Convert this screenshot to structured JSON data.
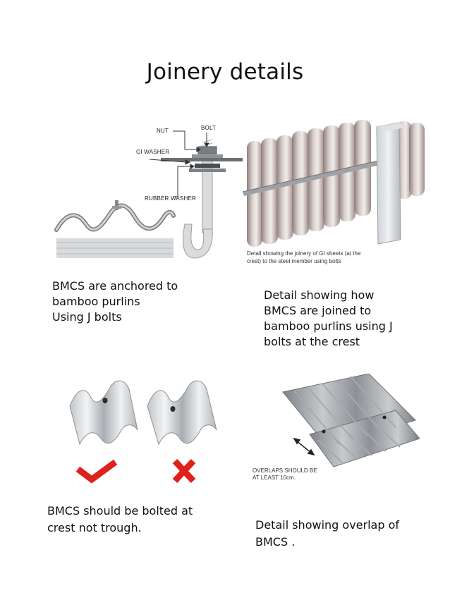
{
  "title": "Joinery details",
  "figure1": {
    "labels": {
      "nut": "NUT",
      "bolt": "BOLT",
      "gi_washer": "GI WASHER",
      "rubber_washer": "RUBBER WASHER"
    },
    "caption": [
      "BMCS are anchored to",
      "bamboo purlins",
      "Using J bolts"
    ]
  },
  "figure2": {
    "inset_caption": [
      "Detail showing the joinery of GI sheets (at the",
      "crest) to the steel member using bolts"
    ],
    "caption": [
      "Detail showing how",
      "BMCS are joined to",
      "bamboo purlins using J",
      "bolts at the crest"
    ]
  },
  "figure3": {
    "caption": [
      "BMCS should be bolted at",
      "crest not trough."
    ],
    "correct_icon": "check-mark-icon",
    "wrong_icon": "x-mark-icon",
    "colors": {
      "mark": "#e0201c"
    }
  },
  "figure4": {
    "label": [
      "OVERLAPS SHOULD BE",
      "AT LEAST 10cm."
    ],
    "caption": [
      "Detail showing overlap of",
      "BMCS ."
    ]
  }
}
